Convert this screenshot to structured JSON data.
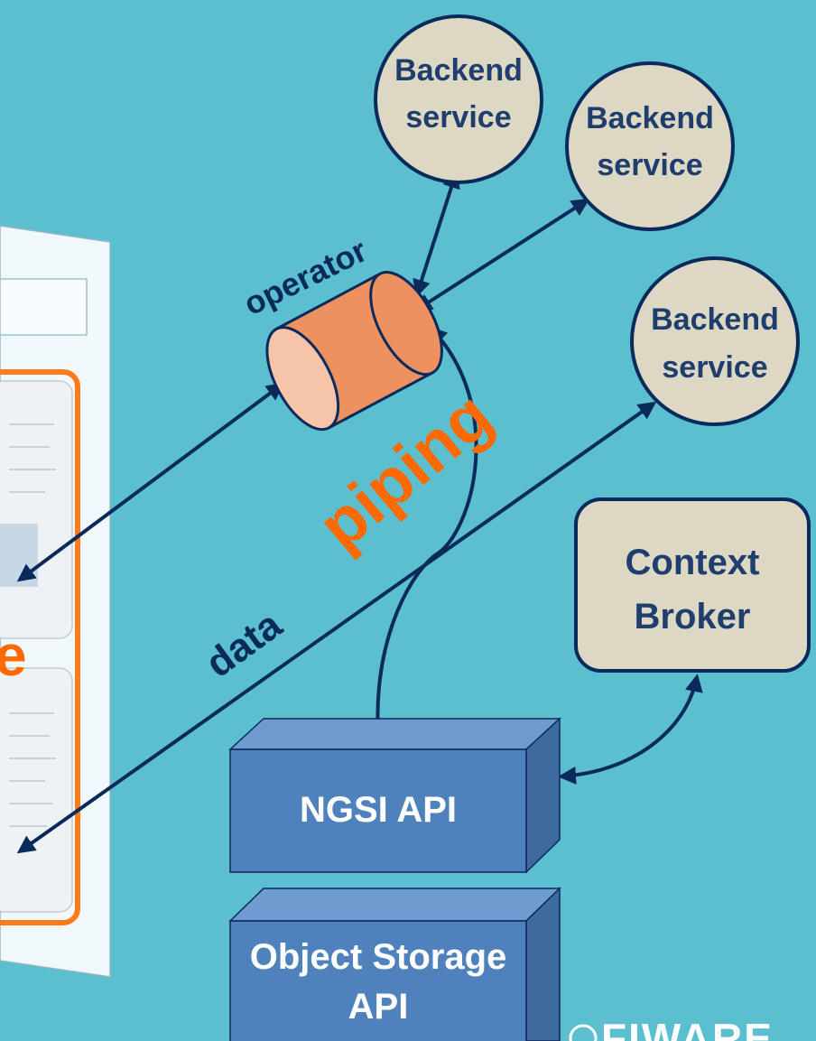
{
  "services": [
    {
      "line1": "Backend",
      "line2": "service"
    },
    {
      "line1": "Backend",
      "line2": "service"
    },
    {
      "line1": "Backend",
      "line2": "service"
    }
  ],
  "context_broker": {
    "line1": "Context",
    "line2": "Broker"
  },
  "labels": {
    "operator": "operator",
    "piping": "piping",
    "data": "data",
    "partial_glyph": "e"
  },
  "apis": {
    "ngsi": "NGSI API",
    "object_storage_line1": "Object Storage",
    "object_storage_line2": "API"
  },
  "logo": "FIWARE",
  "colors": {
    "background": "#5bbfcf",
    "circle_fill": "#dcd8c4",
    "navy": "#0b2a5c",
    "text_navy": "#1f3d6d",
    "orange": "#ff6a00",
    "operator_fill": "#ee9160",
    "box_front": "#4f82bd",
    "box_top": "#6f9bd0",
    "box_side": "#3e6aa0"
  }
}
